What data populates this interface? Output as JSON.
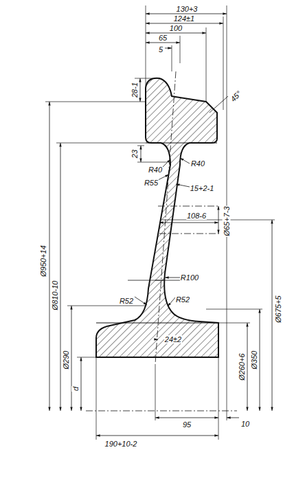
{
  "diagram": {
    "labels": [
      "130+3",
      "124±1",
      "100",
      "65",
      "5",
      "28-1",
      "45°",
      "Ø950+14",
      "23",
      "R40",
      "R40",
      "R55",
      "15+2-1",
      "Ø65+7-3",
      "Ø675+5",
      "108-6",
      "Ø810-10",
      "R100",
      "R52",
      "R52",
      "24±2",
      "Ø290",
      "Ø350",
      "Ø260+6",
      "d",
      "95",
      "10",
      "190+10-2"
    ]
  }
}
